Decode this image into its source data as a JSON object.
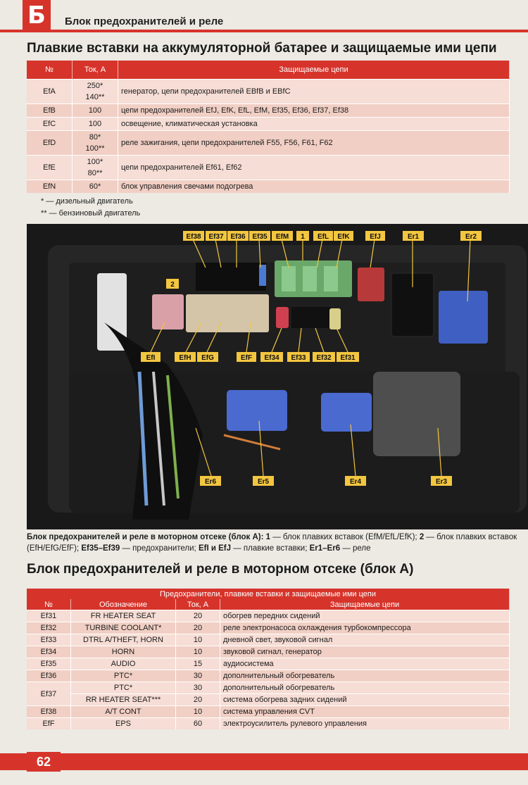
{
  "header": {
    "section_letter": "Б",
    "title": "Блок предохранителей и реле"
  },
  "table1": {
    "title": "Плавкие вставки на аккумуляторной батарее и защищаемые ими цепи",
    "headers": [
      "№",
      "Ток, А",
      "Защищаемые цепи"
    ],
    "rows": [
      {
        "no": "EfA",
        "current": [
          "250*",
          "140**"
        ],
        "circuits": "генератор, цепи предохранителей EBfB и EBfC"
      },
      {
        "no": "EfB",
        "current": [
          "100"
        ],
        "circuits": "цепи предохранителей EfJ, EfK, EfL, EfM, Ef35, Ef36, Ef37, Ef38"
      },
      {
        "no": "EfC",
        "current": [
          "100"
        ],
        "circuits": "освещение, климатическая установка"
      },
      {
        "no": "EfD",
        "current": [
          "80*",
          "100**"
        ],
        "circuits": "реле зажигания, цепи предохранителей F55, F56, F61, F62"
      },
      {
        "no": "EfE",
        "current": [
          "100*",
          "80**"
        ],
        "circuits": "цепи предохранителей Ef61, Ef62"
      },
      {
        "no": "EfN",
        "current": [
          "60*"
        ],
        "circuits": "блок управления свечами подогрева"
      }
    ],
    "notes": [
      "* — дизельный двигатель",
      "** — бензиновый двигатель"
    ]
  },
  "photo": {
    "labels": {
      "ef38": "Ef38",
      "ef37": "Ef37",
      "ef36": "Ef36",
      "ef35": "Ef35",
      "efm": "EfM",
      "one": "1",
      "efl": "EfL",
      "efk": "EfK",
      "efj": "EfJ",
      "er1": "Er1",
      "er2": "Er2",
      "two": "2",
      "efi": "EfI",
      "efh": "EfH",
      "efg": "EfG",
      "eff": "EfF",
      "ef34": "Ef34",
      "ef33": "Ef33",
      "ef32": "Ef32",
      "ef31": "Ef31",
      "er6": "Er6",
      "er5": "Er5",
      "er4": "Er4",
      "er3": "Er3"
    }
  },
  "caption": {
    "p1": "Блок предохранителей и реле в моторном отсеке (блок А): 1",
    "p2": " — блок плавких вставок (EfM/EfL/EfK); ",
    "p3": "2",
    "p4": " — блок плавких вставок (EfH/EfG/EfF); ",
    "p5": "Ef35–Ef39",
    "p6": " — предохранители; ",
    "p7": "EfI и EfJ",
    "p8": " — плавкие вставки; ",
    "p9": "Er1–Er6",
    "p10": " — реле"
  },
  "table2": {
    "title": "Блок предохранителей и реле в моторном отсеке (блок А)",
    "group_header": "Предохранители, плавкие вставки и защищаемые ими цепи",
    "headers": [
      "№",
      "Обозначение",
      "Ток, А",
      "Защищаемые цепи"
    ],
    "rows": [
      {
        "no": "Ef31",
        "name": "FR HEATER SEAT",
        "current": "20",
        "circuits": "обогрев передних сидений"
      },
      {
        "no": "Ef32",
        "name": "TURBINE COOLANT*",
        "current": "20",
        "circuits": "реле электронасоса охлаждения турбокомпрессора"
      },
      {
        "no": "Ef33",
        "name": "DTRL A/THEFT, HORN",
        "current": "10",
        "circuits": "дневной свет, звуковой сигнал"
      },
      {
        "no": "Ef34",
        "name": "HORN",
        "current": "10",
        "circuits": "звуковой сигнал, генератор"
      },
      {
        "no": "Ef35",
        "name": "AUDIO",
        "current": "15",
        "circuits": "аудиосистема"
      },
      {
        "no": "Ef36",
        "name": "PTC*",
        "current": "30",
        "circuits": "дополнительный обогреватель"
      },
      {
        "no": "Ef37",
        "name": "PTC*",
        "current": "30",
        "circuits": "дополнительный обогреватель"
      },
      {
        "no": "",
        "name": "RR HEATER SEAT***",
        "current": "20",
        "circuits": "система обогрева задних сидений"
      },
      {
        "no": "Ef38",
        "name": "A/T CONT",
        "current": "10",
        "circuits": "система управления CVT"
      },
      {
        "no": "EfF",
        "name": "EPS",
        "current": "60",
        "circuits": "электроусилитель рулевого управления"
      }
    ]
  },
  "footer": {
    "page_number": "62"
  },
  "colors": {
    "accent_red": "#d6342b",
    "row_pink": "#f6ddd5",
    "label_yellow": "#f3c640"
  }
}
